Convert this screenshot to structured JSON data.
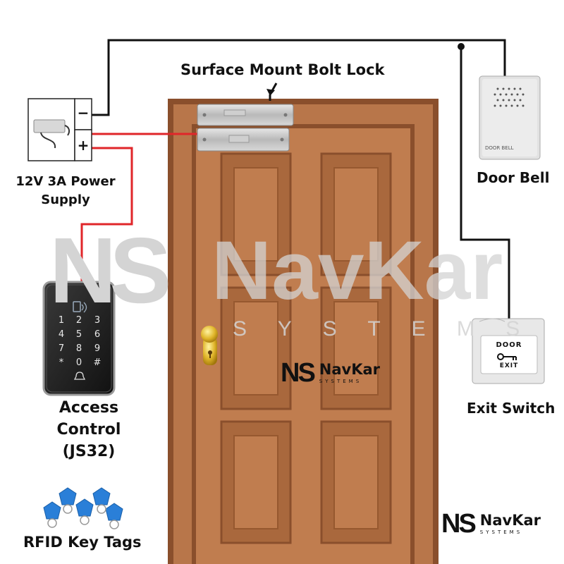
{
  "labels": {
    "bolt_lock": "Surface Mount Bolt Lock",
    "power_supply_line1": "12V 3A Power",
    "power_supply_line2": "Supply",
    "door_bell": "Door Bell",
    "access_line1": "Access",
    "access_line2": "Control",
    "access_line3": "(JS32)",
    "exit_switch": "Exit Switch",
    "rfid": "RFID Key Tags"
  },
  "terminals": {
    "minus": "−",
    "plus": "+"
  },
  "keypad": {
    "keys": [
      "1",
      "2",
      "3",
      "4",
      "5",
      "6",
      "7",
      "8",
      "9",
      "*",
      "0",
      "#"
    ]
  },
  "doorbell_text": "DOOR BELL",
  "exit_plate": {
    "top": "DOOR",
    "bottom": "EXIT"
  },
  "watermark": {
    "mark": "NS",
    "name": "NavKar",
    "sub": "S Y S T E M S"
  },
  "brand": {
    "mark": "NS",
    "name": "NavKar",
    "sub": "SYSTEMS"
  },
  "colors": {
    "wire_black": "#111111",
    "wire_red": "#e0262a",
    "door": "#b8764a",
    "door_dark": "#8a4f2c",
    "panel": "#c07d4f",
    "accent_blue": "#2a7fd8"
  }
}
